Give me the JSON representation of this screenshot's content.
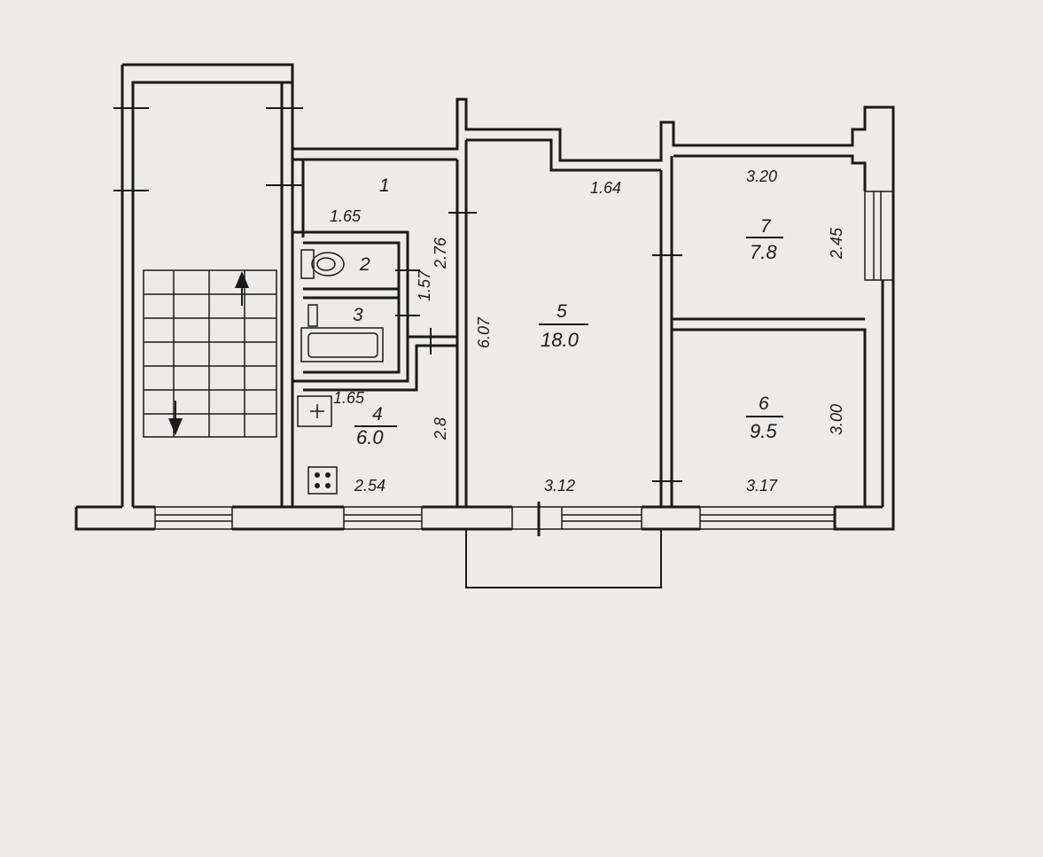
{
  "rooms": [
    {
      "number": "1",
      "area": ""
    },
    {
      "number": "2",
      "area": ""
    },
    {
      "number": "3",
      "area": ""
    },
    {
      "number": "4",
      "area": "6.0"
    },
    {
      "number": "5",
      "area": "18.0"
    },
    {
      "number": "6",
      "area": "9.5"
    },
    {
      "number": "7",
      "area": "7.8"
    }
  ],
  "dimensions": {
    "hall_width": "1.65",
    "hall_depth": "2.76",
    "bath_depth": "1.57",
    "kitchen_width_top": "1.65",
    "kitchen_width": "2.54",
    "kitchen_depth": "2.8",
    "living_width_top": "1.64",
    "living_width": "3.12",
    "living_depth": "6.07",
    "room7_width": "3.20",
    "room7_depth": "2.45",
    "room6_width": "3.17",
    "room6_depth": "3.00"
  }
}
